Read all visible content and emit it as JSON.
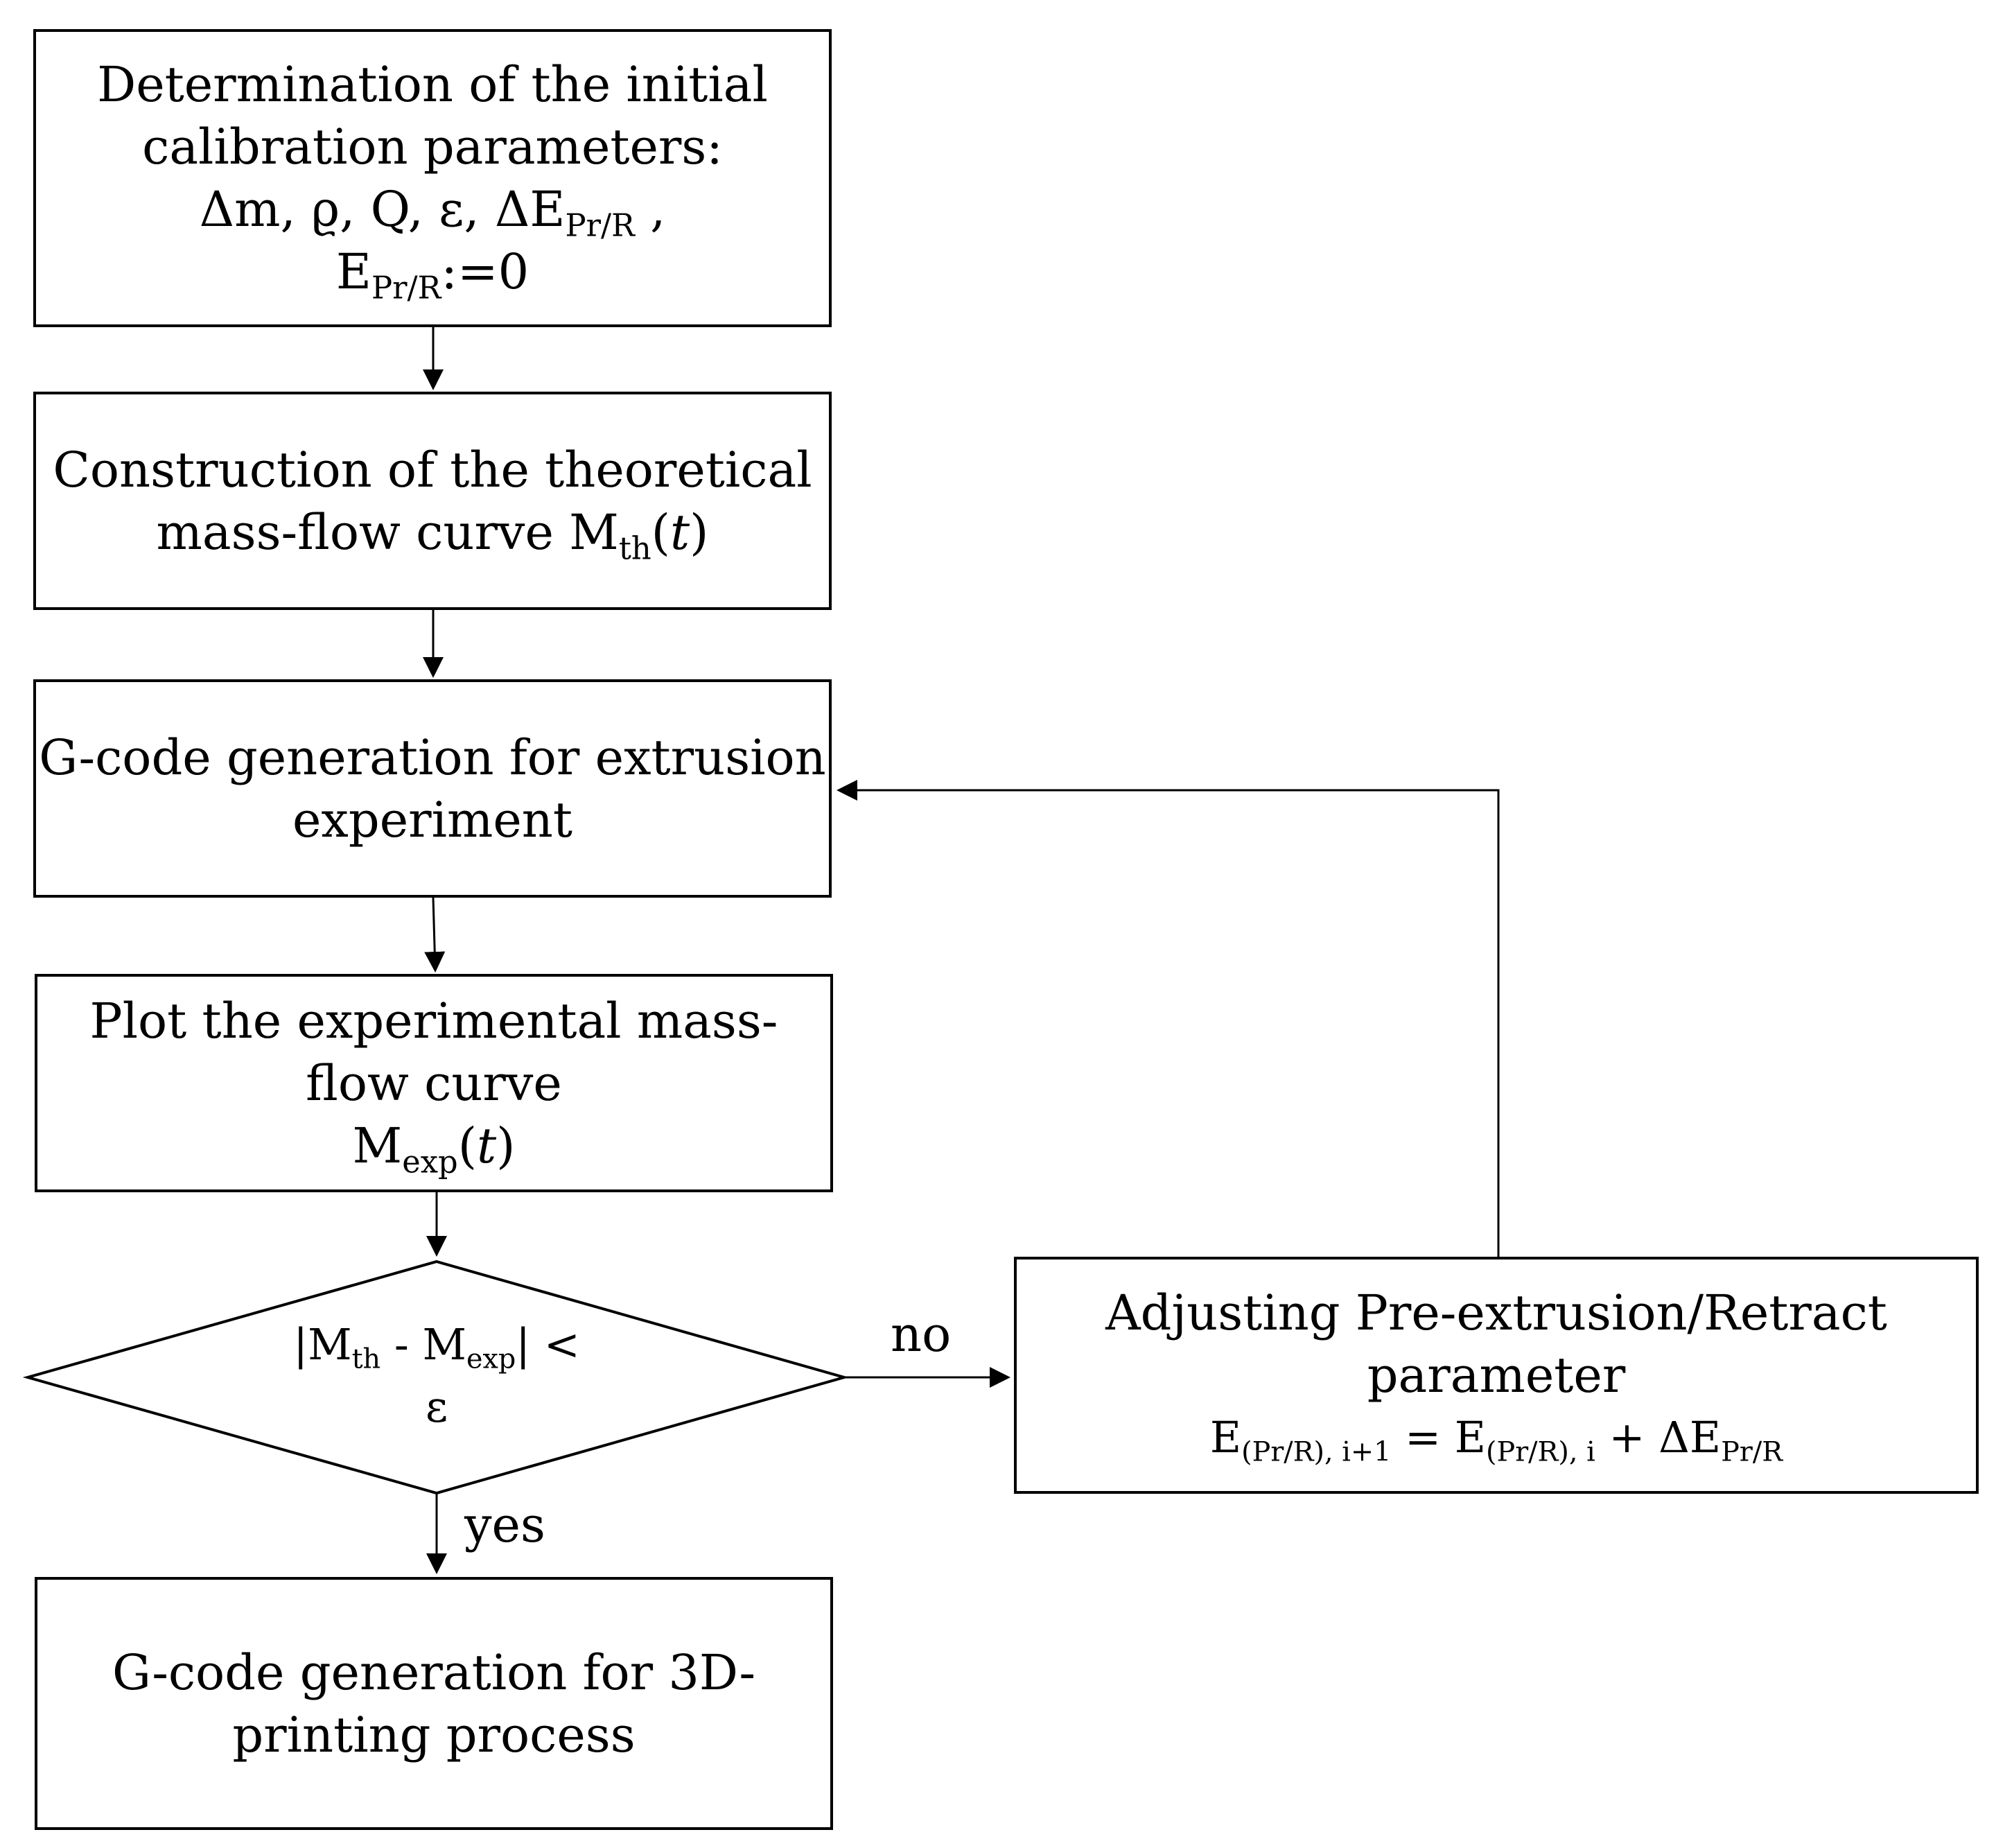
{
  "diagram": {
    "box1": {
      "line1": "Determination of the initial",
      "line2": "calibration parameters:",
      "line3_prefix": "Δm, ϱ, Q, ε, ΔE",
      "line3_sub": "Pr/R",
      "line3_suffix": " ,",
      "line4_prefix": "E",
      "line4_sub": "Pr/R",
      "line4_suffix": ":=0"
    },
    "box2": {
      "line1": "Construction of the theoretical",
      "line2_prefix": "mass-flow curve M",
      "line2_sub": "th",
      "line2_open": "(",
      "line2_var": "t",
      "line2_close": ")"
    },
    "box3": {
      "line1": "G-code generation for extrusion",
      "line2": "experiment"
    },
    "box4": {
      "line1": "Plot the experimental mass-",
      "line2": "flow curve",
      "line3_prefix": "M",
      "line3_sub": "exp",
      "line3_open": "(",
      "line3_var": "t",
      "line3_close": ")"
    },
    "decision": {
      "line1_a": "|M",
      "line1_sub1": "th",
      "line1_b": " - M",
      "line1_sub2": "exp",
      "line1_c": "| <",
      "line2": "ε"
    },
    "box5": {
      "line1": "G-code generation for 3D-",
      "line2": "printing process"
    },
    "box6": {
      "line1": "Adjusting Pre-extrusion/Retract",
      "line2": "parameter",
      "line3_a": "E",
      "line3_sub1": "(Pr/R), i+1",
      "line3_b": " = E",
      "line3_sub2": "(Pr/R), i",
      "line3_c": " + ΔE",
      "line3_sub3": "Pr/R"
    },
    "labels": {
      "no": "no",
      "yes": "yes"
    }
  }
}
